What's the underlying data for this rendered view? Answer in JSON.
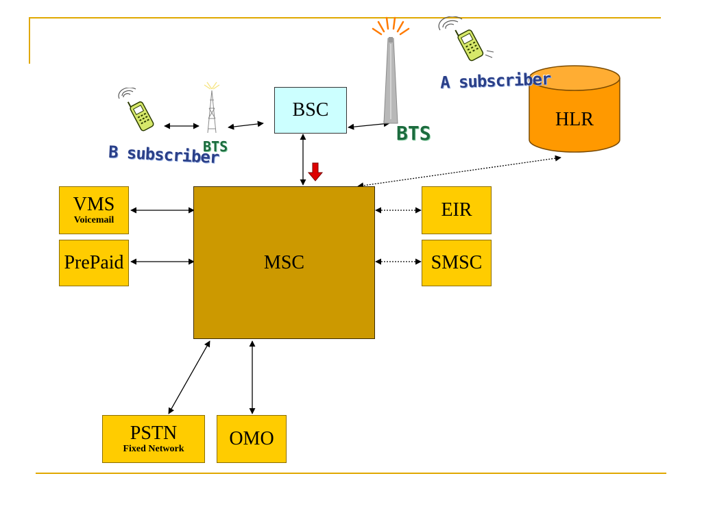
{
  "nodes": {
    "bsc": {
      "label": "BSC"
    },
    "hlr": {
      "label": "HLR"
    },
    "msc": {
      "label": "MSC"
    },
    "vms": {
      "label": "VMS",
      "sublabel": "Voicemail"
    },
    "prepaid": {
      "label": "PrePaid"
    },
    "eir": {
      "label": "EIR"
    },
    "smsc": {
      "label": "SMSC"
    },
    "pstn": {
      "label": "PSTN",
      "sublabel": "Fixed Network"
    },
    "omo": {
      "label": "OMO"
    }
  },
  "wordart": {
    "a_subscriber": "A subscriber",
    "b_subscriber": "B subscriber",
    "bts_left": "BTS",
    "bts_right": "BTS"
  },
  "icons": {
    "phone": "mobile-phone-icon",
    "tower": "bts-antenna-tower-icon",
    "signal": "red-down-arrow-icon"
  },
  "colors": {
    "accent": "#e0a800",
    "box_fill": "#ffcc00",
    "msc_fill": "#cc9900",
    "bsc_fill": "#ccffff",
    "hlr_fill": "#ff9900",
    "arrow": "#000000",
    "signal_arrow": "#dd0000",
    "tower": "#b0b0b0"
  }
}
